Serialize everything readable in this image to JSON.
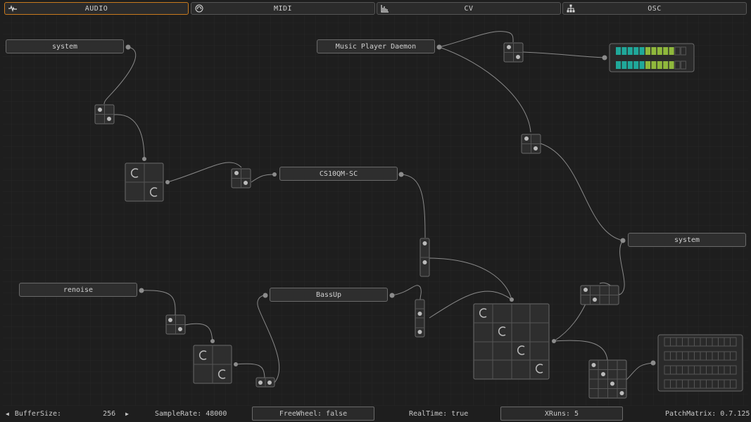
{
  "tabs": [
    {
      "label": "AUDIO",
      "icon": "waveform-icon",
      "active": true
    },
    {
      "label": "MIDI",
      "icon": "midi-connector-icon",
      "active": false
    },
    {
      "label": "CV",
      "icon": "cv-chart-icon",
      "active": false
    },
    {
      "label": "OSC",
      "icon": "network-tree-icon",
      "active": false
    }
  ],
  "clients": {
    "system_capture": "system",
    "mpd": "Music Player Daemon",
    "cs10": "CS10QM-SC",
    "system_playback": "system",
    "renoise": "renoise",
    "bassup": "BassUp"
  },
  "colors": {
    "accent": "#c87a1e",
    "meter_teal": "#20a89a",
    "meter_green": "#8fb83c"
  },
  "meters": {
    "left_level": 0.8,
    "right_level": 0.8
  },
  "status": {
    "buffer_label": "BufferSize:",
    "buffer_value": "256",
    "samplerate": "SampleRate: 48000",
    "freewheel": "FreeWheel: false",
    "realtime": "RealTime: true",
    "xruns": "XRuns: 5",
    "version": "PatchMatrix: 0.7.125"
  }
}
